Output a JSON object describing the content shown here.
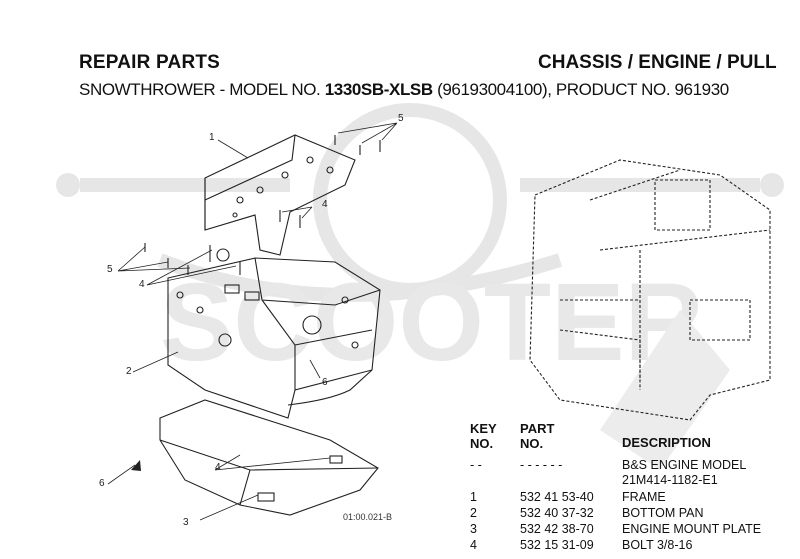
{
  "header": {
    "section": "REPAIR PARTS",
    "category": "CHASSIS / ENGINE / PULL",
    "subtitle_prefix": "SNOWTHROWER - MODEL NO. ",
    "model_no": "1330SB-XLSB",
    "subtitle_suffix": " (96193004100), PRODUCT NO. 961930"
  },
  "diagram": {
    "figure_code": "01:00.021-B",
    "watermark_text": "SCOOTER",
    "callouts": [
      "1",
      "2",
      "3",
      "4",
      "4",
      "4",
      "5",
      "5",
      "6",
      "6"
    ]
  },
  "parts_table": {
    "headers": {
      "key_1": "KEY",
      "key_2": "NO.",
      "part_1": "PART",
      "part_2": "NO.",
      "description": "DESCRIPTION"
    },
    "rows": [
      {
        "key": "- -",
        "part": "- - - - - -",
        "description": "B&S ENGINE MODEL",
        "description_2": "21M414-1182-E1"
      },
      {
        "key": "1",
        "part": "532 41 53-40",
        "description": "FRAME"
      },
      {
        "key": "2",
        "part": "532 40 37-32",
        "description": "BOTTOM PAN"
      },
      {
        "key": "3",
        "part": "532 42 38-70",
        "description": "ENGINE MOUNT PLATE"
      },
      {
        "key": "4",
        "part": "532 15 31-09",
        "description": "BOLT 3/8-16"
      }
    ]
  }
}
